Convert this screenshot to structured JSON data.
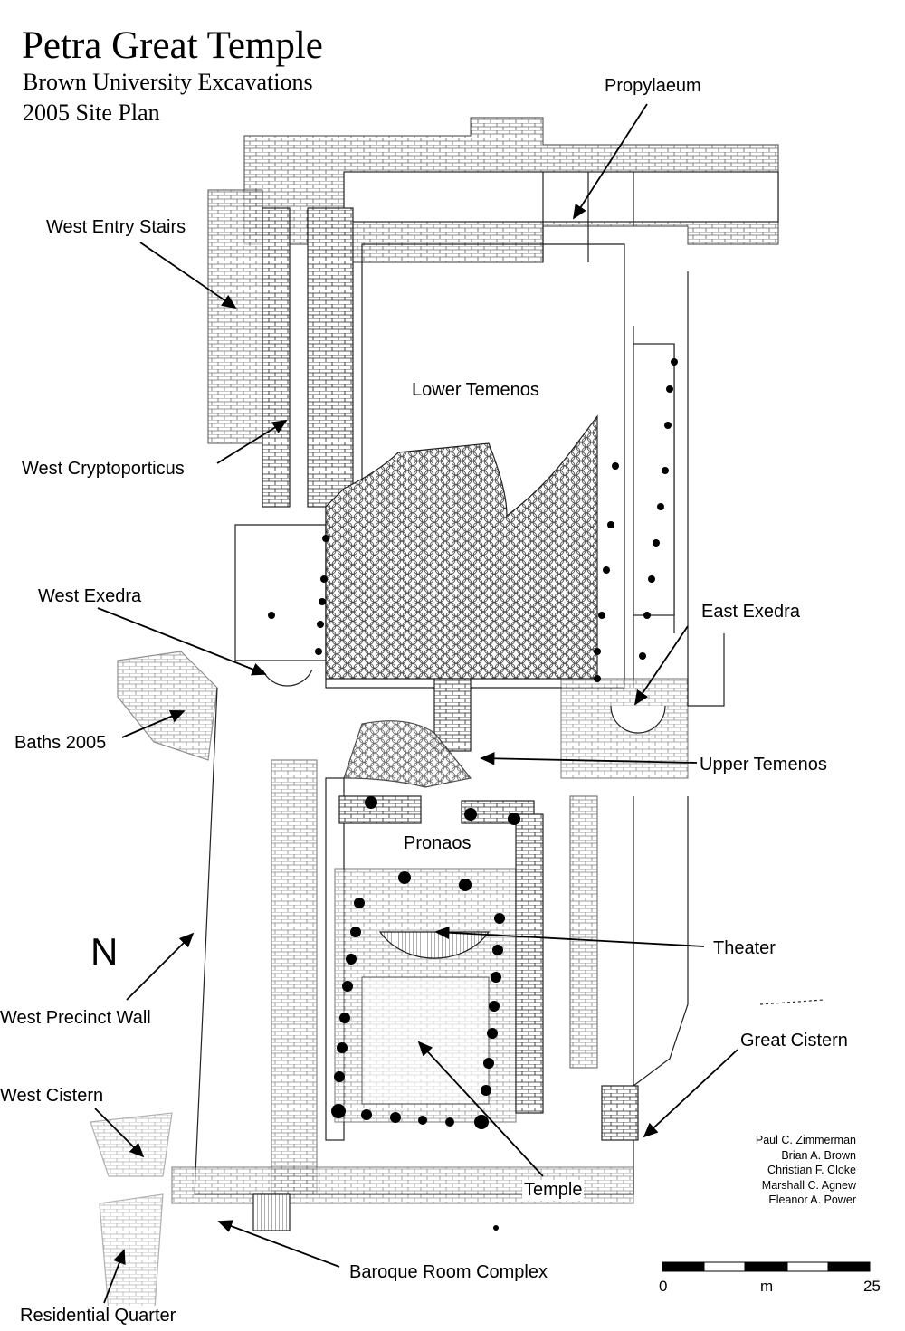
{
  "title": "Petra Great Temple",
  "subtitle": "Brown University Excavations",
  "plan_label": "2005 Site Plan",
  "north": "N",
  "labels": {
    "propylaeum": "Propylaeum",
    "west_entry_stairs": "West Entry Stairs",
    "lower_temenos": "Lower Temenos",
    "west_cryptoporticus": "West Cryptoporticus",
    "west_exedra": "West Exedra",
    "east_exedra": "East Exedra",
    "baths": "Baths 2005",
    "upper_temenos": "Upper Temenos",
    "pronaos": "Pronaos",
    "theater": "Theater",
    "west_precinct_wall": "West Precinct Wall",
    "great_cistern": "Great Cistern",
    "west_cistern": "West Cistern",
    "temple": "Temple",
    "baroque_room_complex": "Baroque Room Complex",
    "residential_quarter": "Residential Quarter"
  },
  "credits": [
    "Paul C. Zimmerman",
    "Brian A. Brown",
    "Christian F. Cloke",
    "Marshall C. Agnew",
    "Eleanor A. Power"
  ],
  "scale": {
    "start": "0",
    "unit": "m",
    "end": "25",
    "segments": 5
  }
}
